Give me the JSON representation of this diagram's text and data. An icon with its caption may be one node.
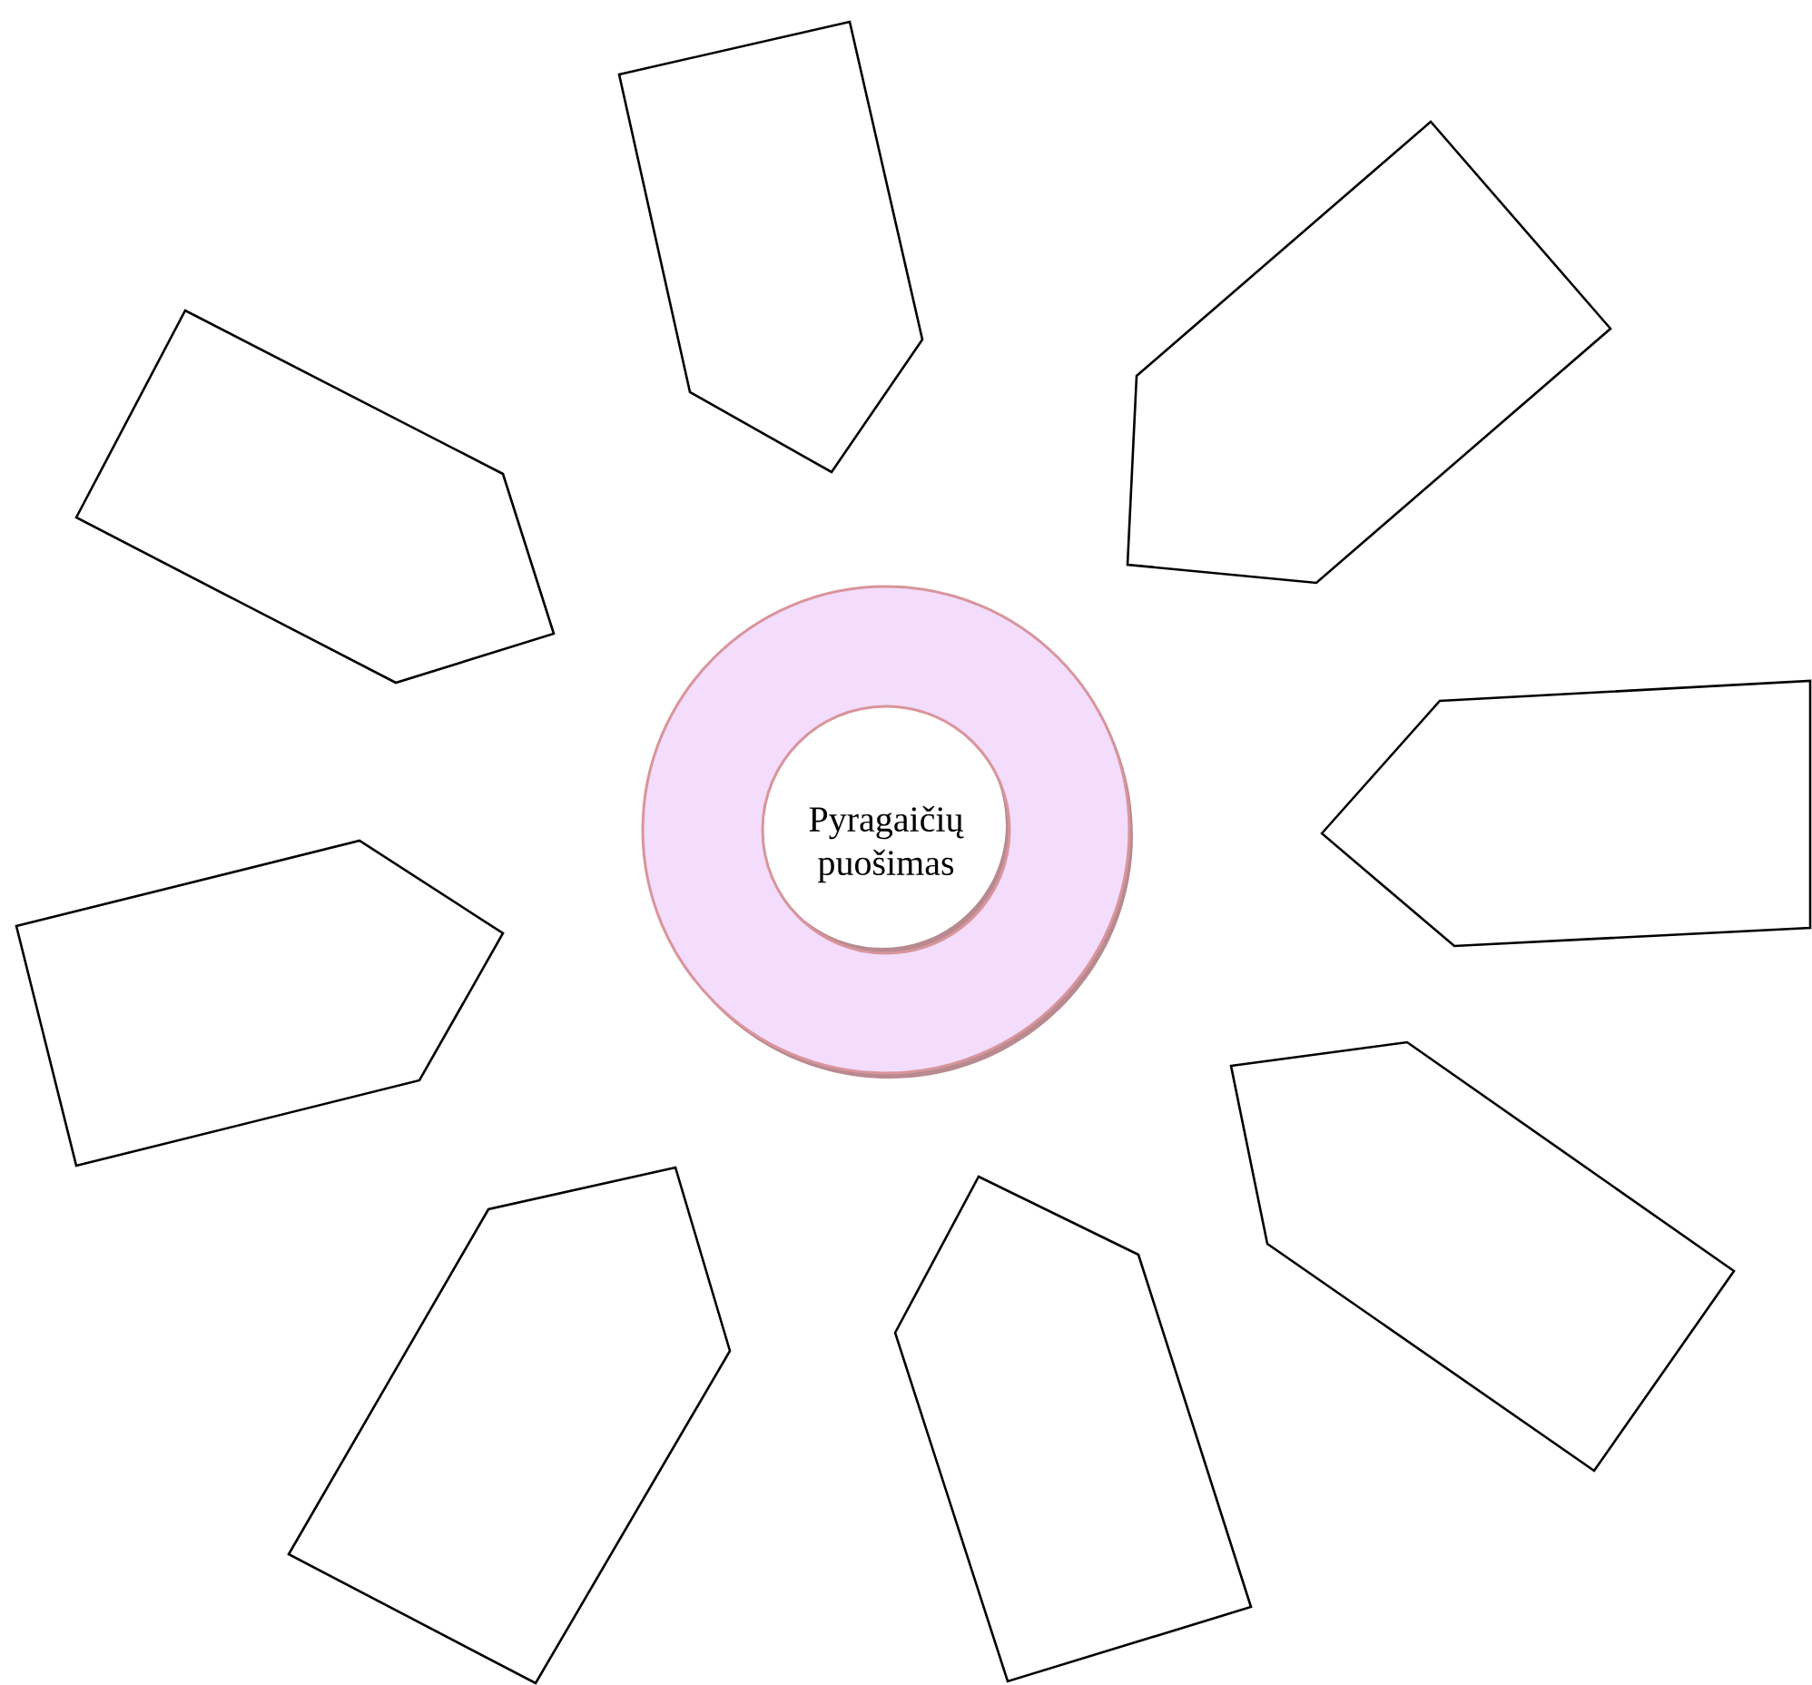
{
  "diagram": {
    "nodes": [
      {
        "text": [
          "Pyragaičių puošimas"
        ]
      },
      {
        "text": [],
        "shape": "pentagon"
      },
      {
        "text": [],
        "shape": "pentagon"
      },
      {
        "text": [],
        "shape": "pentagon"
      },
      {
        "text": [],
        "shape": "pentagon"
      },
      {
        "text": [],
        "shape": "pentagon"
      },
      {
        "text": [],
        "shape": "pentagon"
      },
      {
        "text": [],
        "shape": "pentagon"
      },
      {
        "text": [],
        "shape": "pentagon"
      }
    ]
  }
}
